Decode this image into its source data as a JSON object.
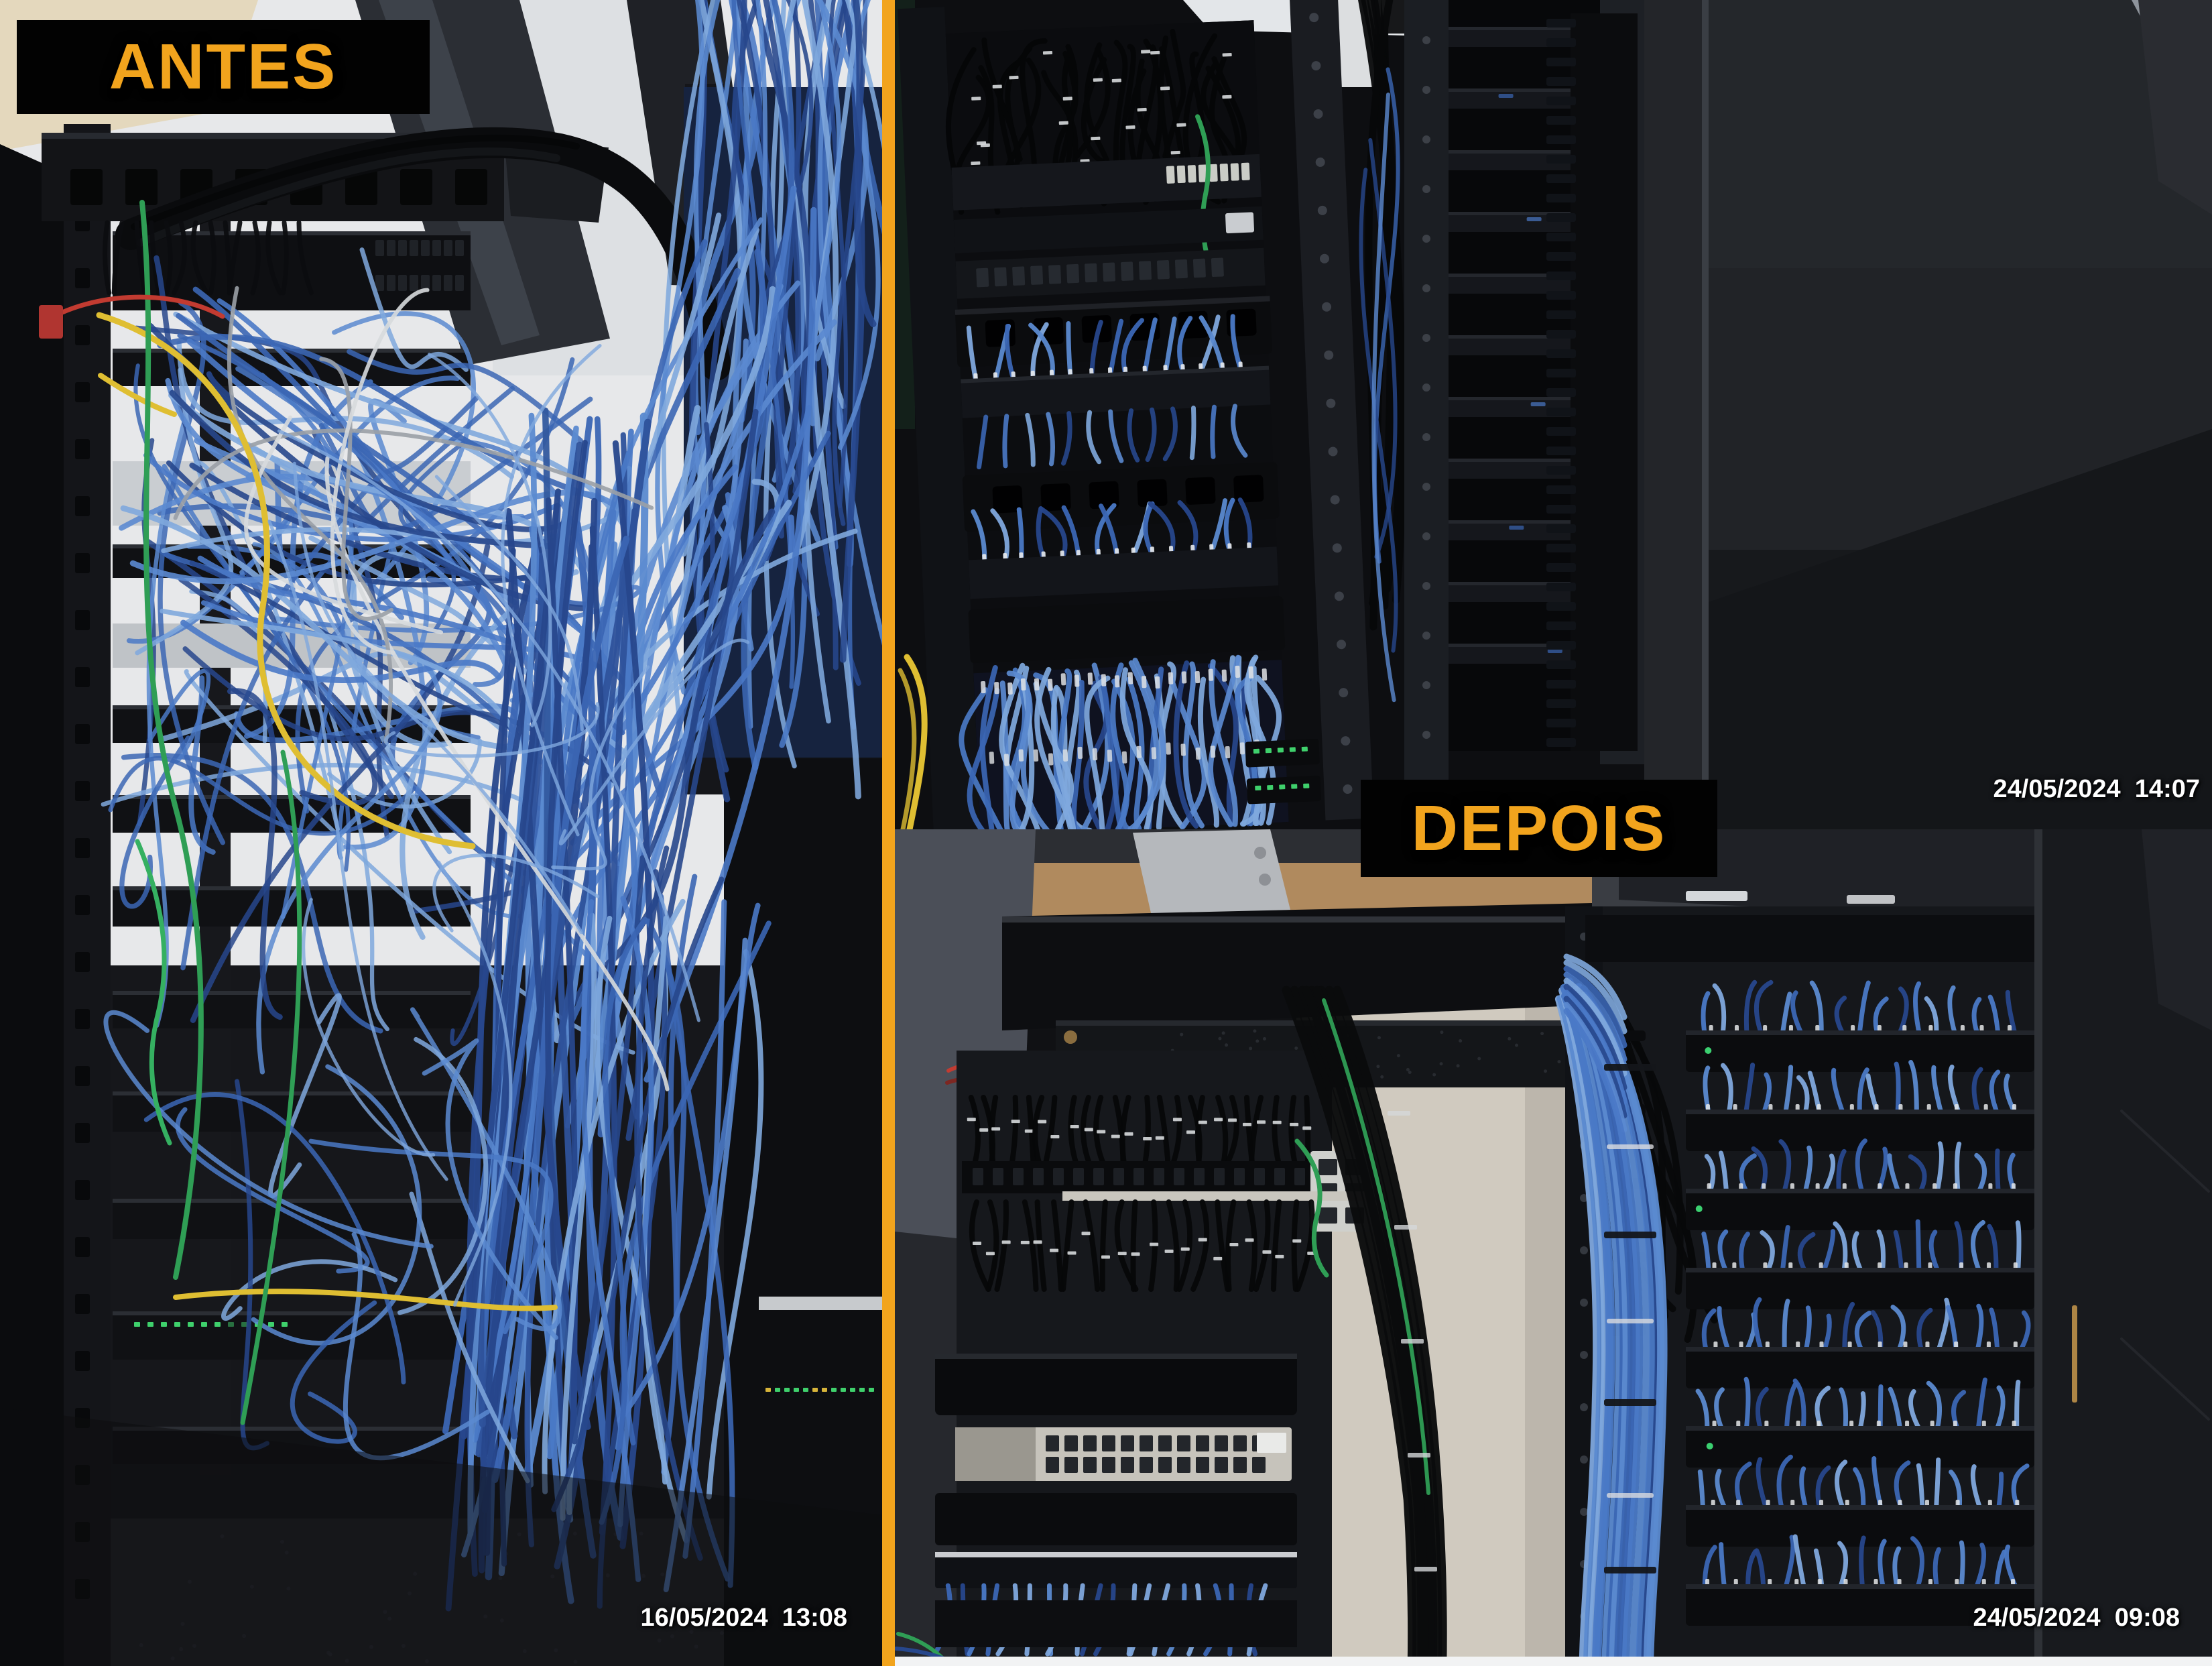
{
  "labels": {
    "before": "ANTES",
    "after": "DEPOIS"
  },
  "timestamps": {
    "before": "16/05/2024  13:08",
    "after_top": "24/05/2024  14:07",
    "after_bottom": "24/05/2024  09:08"
  },
  "colors": {
    "accent_orange": "#F2A41D",
    "label_background": "#020202",
    "timestamp_white": "#FFFFFF",
    "cable_blue_dark": "#27478C",
    "cable_blue": "#3B66B4",
    "cable_blue_mid": "#4A79C6",
    "cable_blue_bright": "#5B8AD0",
    "cable_blue_light": "#7FA8DD",
    "cable_black": "#0A0B0D",
    "cable_green": "#2F9E55",
    "cable_yellow": "#DFBE32",
    "cable_red": "#C23B31",
    "cable_white": "#D7DADD",
    "rack_black": "#101114",
    "wall_light": "#E7E8EA",
    "wall_beige": "#E4D8BD",
    "wall_warm": "#D0CABF",
    "wall_brown": "#B08A5E",
    "floor_dark": "#17181C",
    "bottom_strip": "#F2F3F4"
  }
}
